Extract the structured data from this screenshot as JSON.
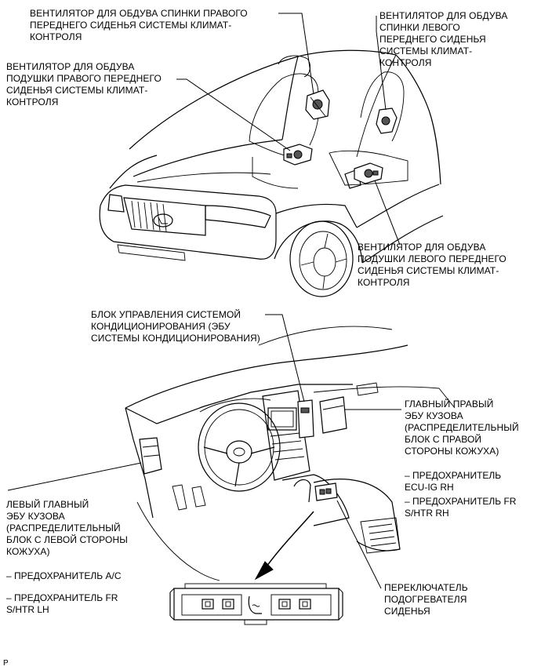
{
  "labels": {
    "fan_back_right": "ВЕНТИЛЯТОР ДЛЯ ОБДУВА СПИНКИ ПРАВОГО\nПЕРЕДНЕГО СИДЕНЬЯ СИСТЕМЫ КЛИМАТ-\nКОНТРОЛЯ",
    "fan_back_left": "ВЕНТИЛЯТОР ДЛЯ ОБДУВА\nСПИНКИ ЛЕВОГО\nПЕРЕДНЕГО СИДЕНЬЯ\nСИСТЕМЫ КЛИМАТ-\nКОНТРОЛЯ",
    "fan_cushion_right": "ВЕНТИЛЯТОР ДЛЯ ОБДУВА\nПОДУШКИ ПРАВОГО ПЕРЕДНЕГО\nСИДЕНЬЯ СИСТЕМЫ КЛИМАТ-\nКОНТРОЛЯ",
    "fan_cushion_left": "ВЕНТИЛЯТОР ДЛЯ ОБДУВА\nПОДУШКИ ЛЕВОГО ПЕРЕДНЕГО\nСИДЕНЬЯ СИСТЕМЫ КЛИМАТ-\nКОНТРОЛЯ",
    "ac_ecu": "БЛОК УПРАВЛЕНИЯ СИСТЕМОЙ\nКОНДИЦИОНИРОВАНИЯ (ЭБУ\nСИСТЕМЫ КОНДИЦИОНИРОВАНИЯ)",
    "main_body_ecu_rh": "ГЛАВНЫЙ ПРАВЫЙ\nЭБУ КУЗОВА\n(РАСПРЕДЕЛИТЕЛЬНЫЙ\nБЛОК С ПРАВОЙ\nСТОРОНЫ КОЖУХА)",
    "main_body_ecu_lh": "ЛЕВЫЙ ГЛАВНЫЙ\nЭБУ КУЗОВА\n(РАСПРЕДЕЛИТЕЛЬНЫЙ\nБЛОК С ЛЕВОЙ СТОРОНЫ\nКОЖУХА)",
    "seat_heater_switch": "ПЕРЕКЛЮЧАТЕЛЬ\nПОДОГРЕВАТЕЛЯ\nСИДЕНЬЯ",
    "figure_code": "P"
  },
  "fuses": {
    "rh_1": "– ПРЕДОХРАНИТЕЛЬ\nECU-IG RH",
    "rh_2": "– ПРЕДОХРАНИТЕЛЬ FR\nS/HTR RH",
    "lh_1": "– ПРЕДОХРАНИТЕЛЬ A/C",
    "lh_2": "– ПРЕДОХРАНИТЕЛЬ FR\nS/HTR LH"
  }
}
